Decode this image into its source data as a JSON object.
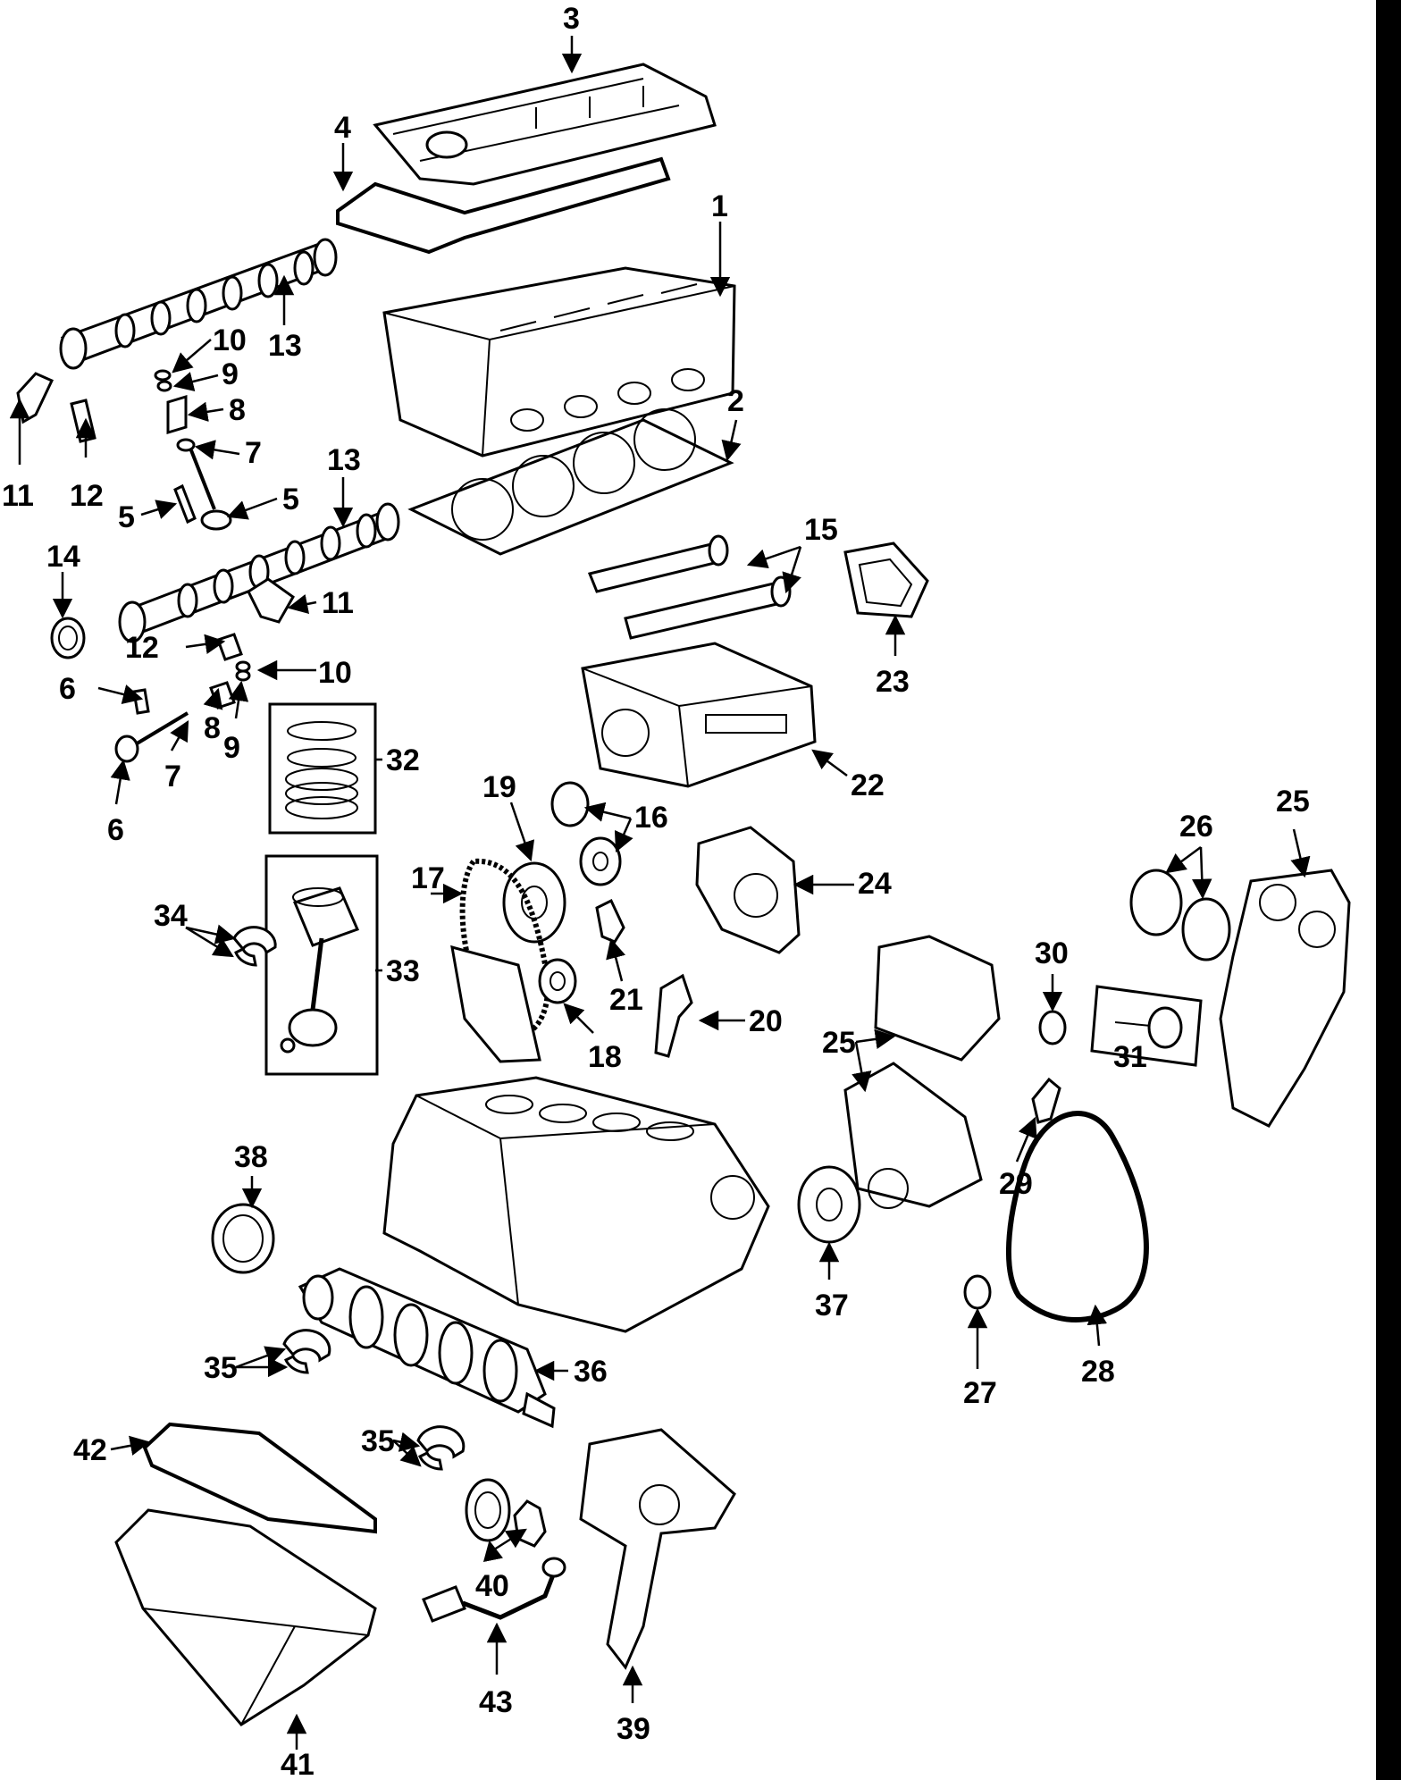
{
  "colors": {
    "ink": "#000000",
    "paper": "#ffffff"
  },
  "callouts": [
    {
      "key": "c3",
      "text": "3"
    },
    {
      "key": "c4",
      "text": "4"
    },
    {
      "key": "c1",
      "text": "1"
    },
    {
      "key": "c13a",
      "text": "13"
    },
    {
      "key": "c10a",
      "text": "10"
    },
    {
      "key": "c9a",
      "text": "9"
    },
    {
      "key": "c8a",
      "text": "8"
    },
    {
      "key": "c7a",
      "text": "7"
    },
    {
      "key": "c11a",
      "text": "11"
    },
    {
      "key": "c12a",
      "text": "12"
    },
    {
      "key": "c5a",
      "text": "5"
    },
    {
      "key": "c5b",
      "text": "5"
    },
    {
      "key": "c2",
      "text": "2"
    },
    {
      "key": "c13b",
      "text": "13"
    },
    {
      "key": "c14",
      "text": "14"
    },
    {
      "key": "c15",
      "text": "15"
    },
    {
      "key": "c11b",
      "text": "11"
    },
    {
      "key": "c12b",
      "text": "12"
    },
    {
      "key": "c23",
      "text": "23"
    },
    {
      "key": "c6a",
      "text": "6"
    },
    {
      "key": "c10b",
      "text": "10"
    },
    {
      "key": "c8b",
      "text": "8"
    },
    {
      "key": "c9b",
      "text": "9"
    },
    {
      "key": "c7b",
      "text": "7"
    },
    {
      "key": "c6b",
      "text": "6"
    },
    {
      "key": "c32",
      "text": "32"
    },
    {
      "key": "c22",
      "text": "22"
    },
    {
      "key": "c19",
      "text": "19"
    },
    {
      "key": "c16",
      "text": "16"
    },
    {
      "key": "c25a",
      "text": "25"
    },
    {
      "key": "c26",
      "text": "26"
    },
    {
      "key": "c17",
      "text": "17"
    },
    {
      "key": "c24",
      "text": "24"
    },
    {
      "key": "c34",
      "text": "34"
    },
    {
      "key": "c33",
      "text": "33"
    },
    {
      "key": "c30",
      "text": "30"
    },
    {
      "key": "c21",
      "text": "21"
    },
    {
      "key": "c20",
      "text": "20"
    },
    {
      "key": "c18",
      "text": "18"
    },
    {
      "key": "c25b",
      "text": "25"
    },
    {
      "key": "c31",
      "text": "31"
    },
    {
      "key": "c29",
      "text": "29"
    },
    {
      "key": "c38",
      "text": "38"
    },
    {
      "key": "c37",
      "text": "37"
    },
    {
      "key": "c35a",
      "text": "35"
    },
    {
      "key": "c36",
      "text": "36"
    },
    {
      "key": "c27",
      "text": "27"
    },
    {
      "key": "c28",
      "text": "28"
    },
    {
      "key": "c35b",
      "text": "35"
    },
    {
      "key": "c42",
      "text": "42"
    },
    {
      "key": "c40",
      "text": "40"
    },
    {
      "key": "c43",
      "text": "43"
    },
    {
      "key": "c39",
      "text": "39"
    },
    {
      "key": "c41",
      "text": "41"
    }
  ]
}
